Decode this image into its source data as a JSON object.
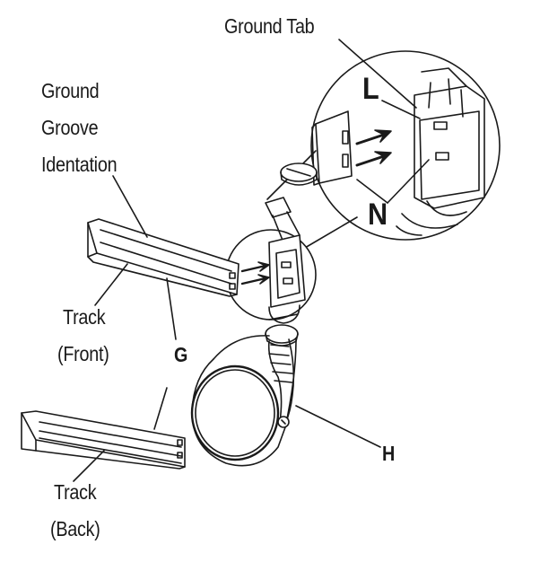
{
  "labels": {
    "ground_tab": "Ground Tab",
    "ground_groove_line1": "Ground",
    "ground_groove_line2": "Groove",
    "ground_groove_line3": "Identation",
    "track_front_line1": "Track",
    "track_front_line2": "(Front)",
    "g": "G",
    "h": "H",
    "l": "L",
    "n": "N",
    "track_back_line1": "Track",
    "track_back_line2": "(Back)"
  },
  "colors": {
    "line": "#1a1a1a",
    "background": "#ffffff",
    "shade": "#d9d9d9"
  }
}
